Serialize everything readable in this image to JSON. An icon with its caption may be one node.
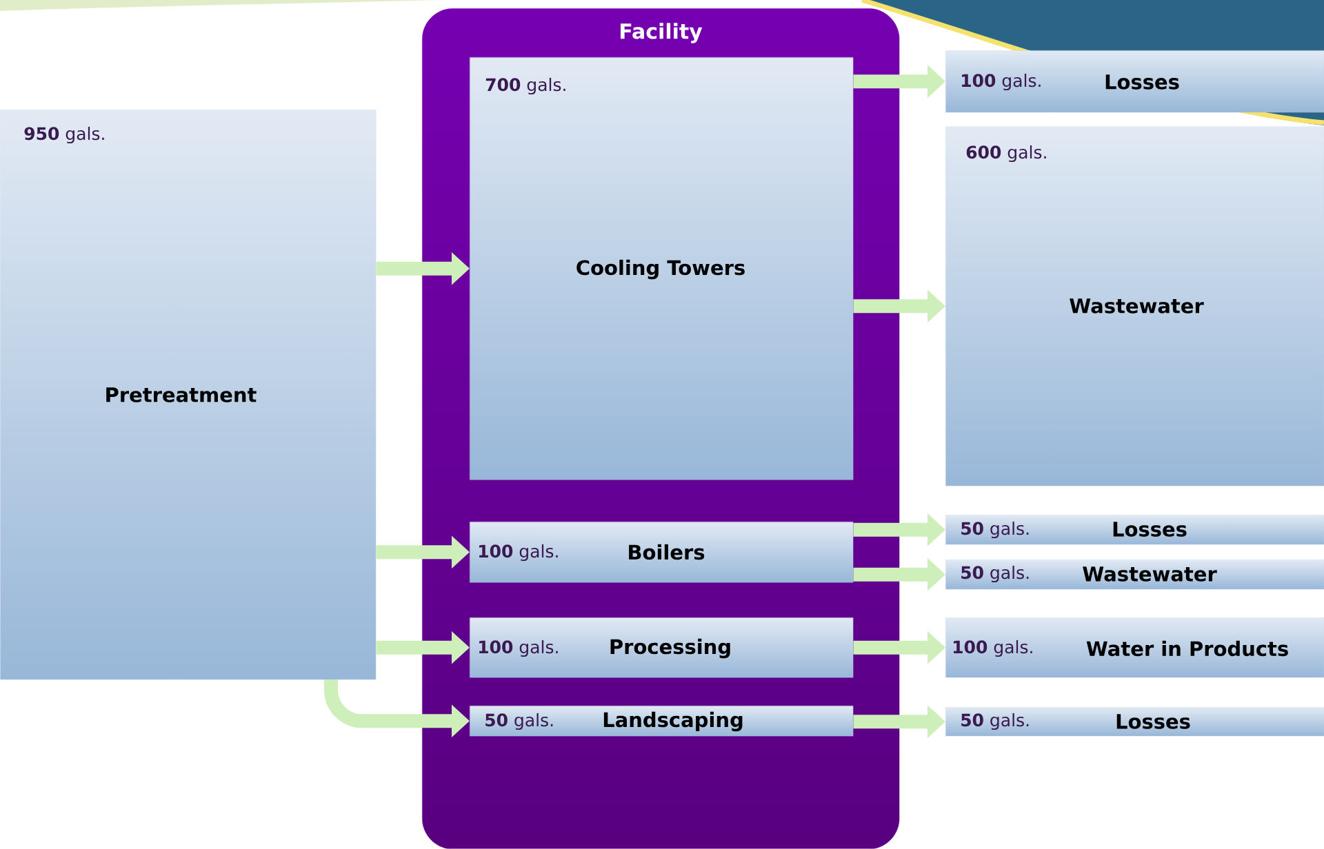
{
  "diagram": {
    "nodes": [
      {
        "text": [
          "**950** gals.",
          "Pretreatment"
        ]
      },
      {
        "text": [
          "Facility"
        ]
      },
      {
        "text": [
          "**700** gals.",
          "Cooling Towers"
        ],
        "in": 1
      },
      {
        "text": [
          "**100** gals.",
          "Boilers"
        ],
        "in": 1
      },
      {
        "text": [
          "**100** gals.",
          "Processing"
        ],
        "in": 1
      },
      {
        "text": [
          "**50** gals.",
          "Landscaping"
        ],
        "in": 1
      },
      {
        "text": [
          "**100** gals.",
          "Losses"
        ]
      },
      {
        "text": [
          "**600** gals.",
          "Wastewater"
        ]
      },
      {
        "text": [
          "**50** gals.",
          "Losses"
        ]
      },
      {
        "text": [
          "**50** gals.",
          "Wastewater"
        ]
      },
      {
        "text": [
          "**100** gals.",
          "Water in Products"
        ]
      },
      {
        "text": [
          "**50** gals.",
          "Losses"
        ]
      }
    ],
    "edges": [
      {
        "from": 0,
        "to": 2,
        "arrow": "to"
      },
      {
        "from": 0,
        "to": 3,
        "arrow": "to"
      },
      {
        "from": 0,
        "to": 4,
        "arrow": "to"
      },
      {
        "from": 0,
        "to": 5,
        "arrow": "to"
      },
      {
        "from": 2,
        "to": 6,
        "arrow": "to"
      },
      {
        "from": 2,
        "to": 7,
        "arrow": "to"
      },
      {
        "from": 3,
        "to": 8,
        "arrow": "to"
      },
      {
        "from": 3,
        "to": 9,
        "arrow": "to"
      },
      {
        "from": 4,
        "to": 10,
        "arrow": "to"
      },
      {
        "from": 5,
        "to": 11,
        "arrow": "to"
      }
    ]
  }
}
